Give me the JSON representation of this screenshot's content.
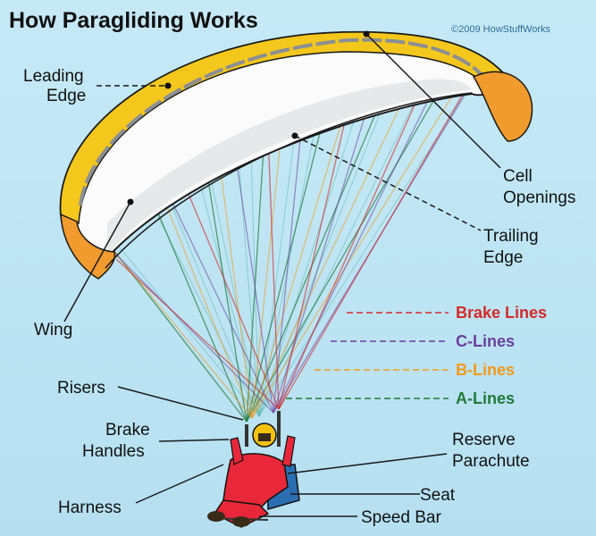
{
  "title": "How Paragliding Works",
  "credit": "©2009 HowStuffWorks",
  "labels": {
    "leading_edge": [
      "Leading",
      "Edge"
    ],
    "cell_openings": [
      "Cell",
      "Openings"
    ],
    "trailing_edge": [
      "Trailing",
      "Edge"
    ],
    "wing": "Wing",
    "risers": "Risers",
    "brake_handles": [
      "Brake",
      "Handles"
    ],
    "harness": "Harness",
    "reserve_parachute": [
      "Reserve",
      "Parachute"
    ],
    "seat": "Seat",
    "speed_bar": "Speed Bar"
  },
  "line_legend": [
    {
      "label": "Brake Lines",
      "color": "#d42a2a"
    },
    {
      "label": "C-Lines",
      "color": "#6a3f9c"
    },
    {
      "label": "B-Lines",
      "color": "#f29a1a"
    },
    {
      "label": "A-Lines",
      "color": "#1f7a3a"
    }
  ],
  "colors": {
    "wing_fill": "#ffffff",
    "wing_edge": "#f2c619",
    "wingtip": "#f19a2e",
    "pilot_suit": "#e8283a",
    "helmet": "#f4c20d"
  }
}
